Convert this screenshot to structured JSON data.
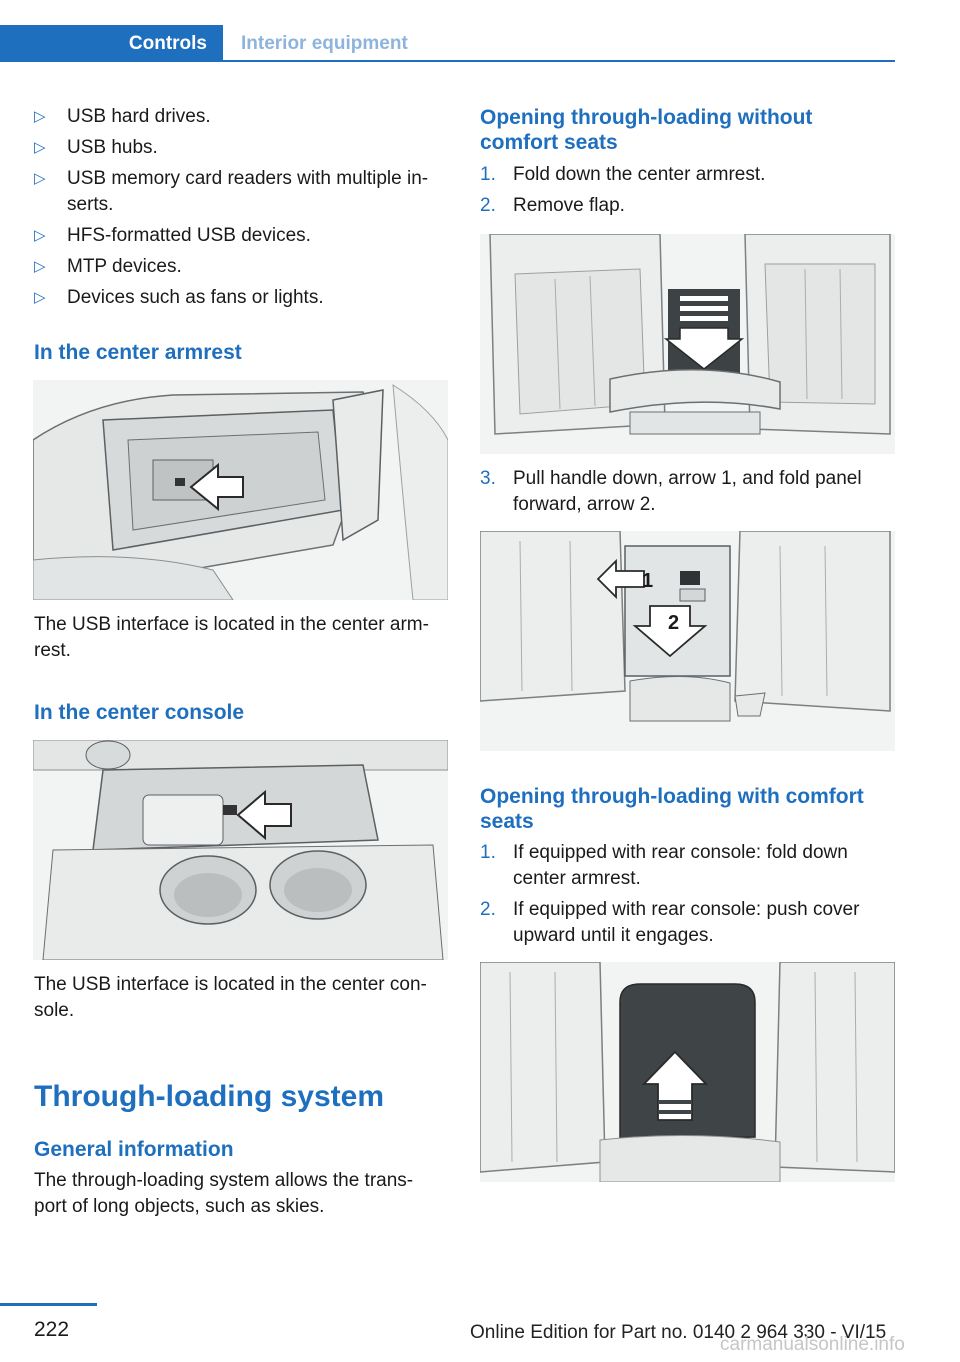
{
  "header": {
    "section_active": "Controls",
    "section_inactive": "Interior equipment"
  },
  "left": {
    "bullets": [
      "USB hard drives.",
      "USB hubs.",
      "USB memory card readers with multiple in-serts.",
      "HFS-formatted USB devices.",
      "MTP devices.",
      "Devices such as fans or lights."
    ],
    "bullet_marker": "▷",
    "armrest_heading": "In the center armrest",
    "armrest_caption_l1": "The USB interface is located in the center arm-",
    "armrest_caption_l2": "rest.",
    "console_heading": "In the center console",
    "console_caption_l1": "The USB interface is located in the center con-",
    "console_caption_l2": "sole.",
    "system_heading": "Through-loading system",
    "general_heading": "General information",
    "general_text_l1": "The through-loading system allows the trans-",
    "general_text_l2": "port of long objects, such as skies."
  },
  "right": {
    "without_heading_l1": "Opening through-loading without",
    "without_heading_l2": "comfort seats",
    "without_steps": [
      {
        "num": "1.",
        "text": "Fold down the center armrest."
      },
      {
        "num": "2.",
        "text": "Remove flap."
      }
    ],
    "step3_num": "3.",
    "step3_l1": "Pull handle down, arrow 1, and fold panel",
    "step3_l2": "forward, arrow 2.",
    "arrow_label_1": "1",
    "arrow_label_2": "2",
    "with_heading_l1": "Opening through-loading with comfort",
    "with_heading_l2": "seats",
    "with_steps": [
      {
        "num": "1.",
        "l1": "If equipped with rear console: fold down",
        "l2": "center armrest."
      },
      {
        "num": "2.",
        "l1": "If equipped with rear console: push cover",
        "l2": "upward until it engages."
      }
    ]
  },
  "footer": {
    "page_number": "222",
    "edition": "Online Edition for Part no. 0140 2 964 330 - VI/15",
    "watermark": "carmanualsonline.info"
  },
  "colors": {
    "accent": "#1f6fbf",
    "illustration_bg": "#f2f3f3"
  }
}
